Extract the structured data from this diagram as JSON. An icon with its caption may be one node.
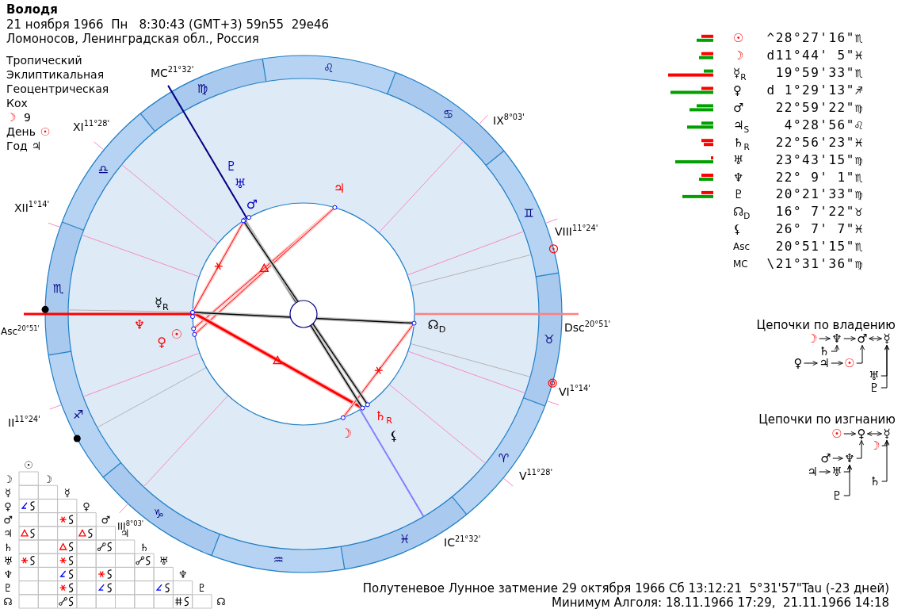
{
  "diagram": {
    "title": "Володя",
    "nodes": [
      {
        "text": [
          "☽"
        ]
      },
      {
        "text": [
          "♆"
        ]
      },
      {
        "text": [
          "♂"
        ]
      },
      {
        "text": [
          "☿"
        ]
      },
      {
        "text": [
          "♄"
        ]
      },
      {
        "text": [
          "♀"
        ]
      },
      {
        "text": [
          "♃"
        ]
      },
      {
        "text": [
          "☉"
        ]
      },
      {
        "text": [
          "♅"
        ]
      },
      {
        "text": [
          "♇"
        ]
      },
      {
        "text": [
          "☉"
        ]
      },
      {
        "text": [
          "♀"
        ]
      },
      {
        "text": [
          "☿"
        ]
      },
      {
        "text": [
          "☽"
        ]
      },
      {
        "text": [
          "♂"
        ]
      },
      {
        "text": [
          "♆"
        ]
      },
      {
        "text": [
          "♃"
        ]
      },
      {
        "text": [
          "♅"
        ]
      },
      {
        "text": [
          "♄"
        ]
      },
      {
        "text": [
          "♇"
        ]
      }
    ],
    "edges": [
      {
        "from": 0,
        "to": 1,
        "arrow": "to"
      },
      {
        "from": 1,
        "to": 2,
        "arrow": "to"
      },
      {
        "from": 2,
        "to": 3,
        "arrow": "both"
      },
      {
        "from": 4,
        "to": 1,
        "arrow": "to"
      },
      {
        "from": 5,
        "to": 6,
        "arrow": "to"
      },
      {
        "from": 6,
        "to": 7,
        "arrow": "to"
      },
      {
        "from": 7,
        "to": 2,
        "arrow": "to"
      },
      {
        "from": 8,
        "to": 3,
        "arrow": "to"
      },
      {
        "from": 9,
        "to": 3,
        "arrow": "to"
      },
      {
        "from": 10,
        "to": 11,
        "arrow": "to"
      },
      {
        "from": 11,
        "to": 12,
        "arrow": "both"
      },
      {
        "from": 13,
        "to": 12,
        "arrow": "to"
      },
      {
        "from": 14,
        "to": 15,
        "arrow": "to"
      },
      {
        "from": 15,
        "to": 11,
        "arrow": "to"
      },
      {
        "from": 16,
        "to": 17,
        "arrow": "to"
      },
      {
        "from": 17,
        "to": 15,
        "arrow": "to"
      },
      {
        "from": 18,
        "to": 12,
        "arrow": "to"
      },
      {
        "from": 19,
        "to": 15,
        "arrow": "to"
      }
    ],
    "labels": [
      "21 ноября 1966  Пн   8:30:43 (GMT+3) 59n55  29e46",
      "Ломоносов, Ленинградская обл., Россия",
      "Тропический",
      "Эклиптикальная",
      "Геоцентрическая",
      "Кох",
      "☽",
      "9",
      "День",
      "☉",
      "Год",
      "♃",
      "MC$^{21°32'}$",
      "♌",
      "♍",
      "XI$^{11°28'}$",
      "♋",
      "IX$^{8°03'}$",
      "♎",
      "♇",
      "♅",
      "♃",
      "XII$^{1°14'}$",
      "♂",
      "♊",
      "VIII$^{11°24'}$",
      "♏",
      "☿$_{R}$",
      "Asc$^{20°51'}$",
      "♆",
      "♀",
      "☉",
      "☊$_{D}$",
      "♉",
      "Dsc$^{20°51'}$",
      "VI$^{1°14'}$",
      "II$^{11°24'}$",
      "♐",
      "☽",
      "♄$_{R}$",
      "⚸",
      "♈",
      "V$^{11°28'}$",
      "III$^{8°03'}$",
      "♑",
      "♓",
      "IC$^{21°32'}$",
      "♒",
      "☉",
      "^28°27'16\"♏",
      "☽",
      "d11°44' 5\"♓",
      "☿$_{R}$",
      "19°59'33\"♏",
      "♀",
      "d 1°29'13\"♐",
      "♂",
      "22°59'22\"♍",
      "♃$_{S}$",
      "4°28'56\"♌",
      "♄$_{R}$",
      "22°56'23\"♓",
      "♅",
      "23°43'15\"♍",
      "♆",
      "22° 9' 1\"♏",
      "♇",
      "20°21'33\"♍",
      "☊$_{D}$",
      "16° 7'22\"♉",
      "⚸",
      "26° 7' 7\"♓",
      "Asc",
      "20°51'15\"♏",
      "MC",
      "\\21°31'36\"♍",
      "Цепочки по владению",
      "Цепочки по изгнанию",
      "☉",
      "☽",
      "☽",
      "☿",
      "☿",
      "♀",
      "♀",
      "♂",
      "♂",
      "♃",
      "♃",
      "♄",
      "♄",
      "♅",
      "♅",
      "♆",
      "♆",
      "♇",
      "♇",
      "☊",
      "☊",
      "Полутеневое Лунное затмение 29 октября 1966 Сб 13:12:21  5°31'57\"Tau (-23 дней)",
      "Минимум Алголя: 18.11.1966 17:29,  21.11.1966 14:18"
    ]
  }
}
